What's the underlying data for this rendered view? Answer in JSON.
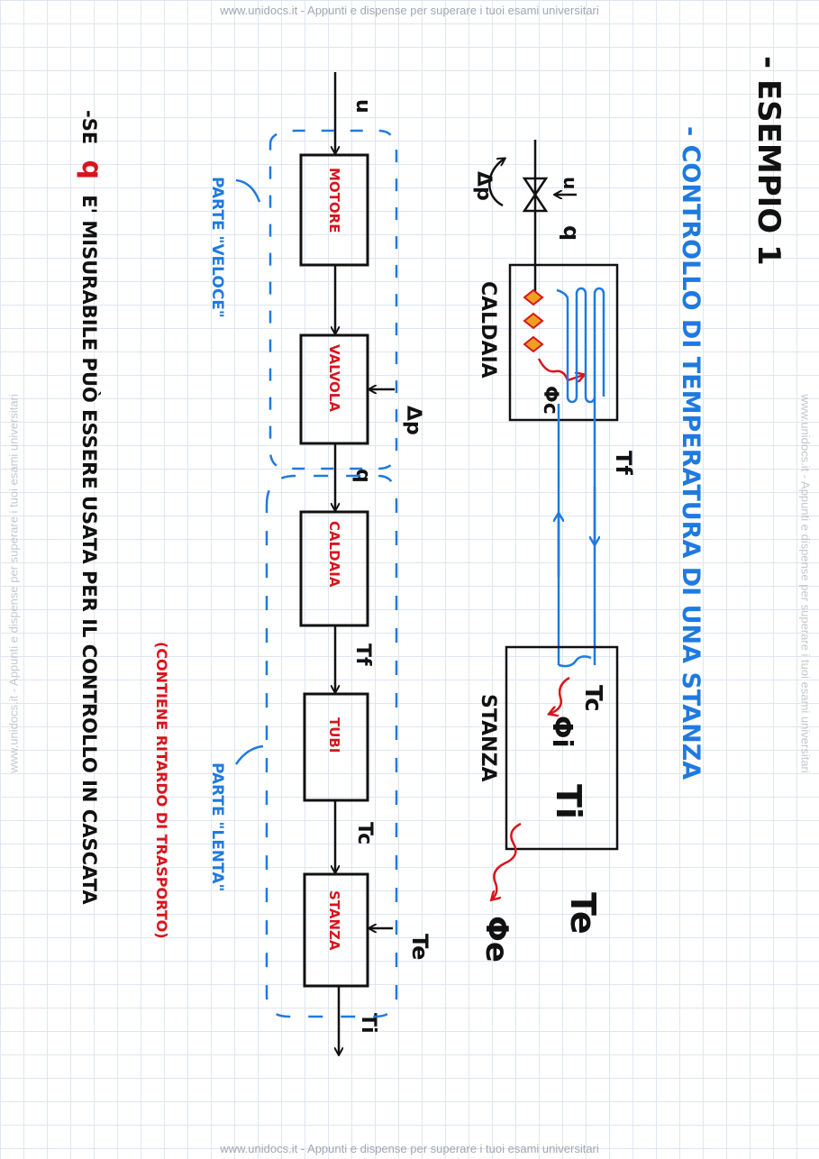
{
  "watermark": {
    "text": "www.unidocs.it - Appunti e dispense per superare i tuoi esami universitari"
  },
  "notes": {
    "title": "- ESEMPIO 1",
    "subtitle": "- CONTROLLO DI TEMPERATURA DI UNA STANZA",
    "footer_prefix": "-SE",
    "footer_q": "q",
    "footer_rest": "E' MISURABILE PUÒ ESSERE USATA PER IL CONTROLLO IN CASCATA",
    "note_red": "(CONTIENE RITARDO DI TRASPORTO)"
  },
  "plant": {
    "boiler_label": "CALDAIA",
    "room_label": "STANZA",
    "valve_delta_p": "Δp",
    "input_u": "u",
    "flow_q": "q",
    "heat_fc": "Φc",
    "temp_tf": "Tf",
    "temp_tc": "Tc",
    "room_flow_phi_i": "Φi",
    "room_temp_ti": "Ti",
    "ext_temp_te": "Te",
    "ext_flow_phi_e": "Φe"
  },
  "block_diagram": {
    "input": "u",
    "blocks": [
      "MOTORE",
      "VALVOLA",
      "CALDAIA",
      "TUBI",
      "STANZA"
    ],
    "signals": [
      "q",
      "Tf",
      "Tc"
    ],
    "disturbances": [
      "Δp",
      "Te"
    ],
    "output": "Ti",
    "fast_part": "PARTE \"VELOCE\"",
    "slow_part": "PARTE \"LENTA\""
  },
  "colors": {
    "ink": "#111111",
    "blue": "#1f7ae0",
    "red": "#d8141c",
    "flame": "#f0a020",
    "grid": "#dfe6ef",
    "watermark": "#9aa3ad"
  }
}
